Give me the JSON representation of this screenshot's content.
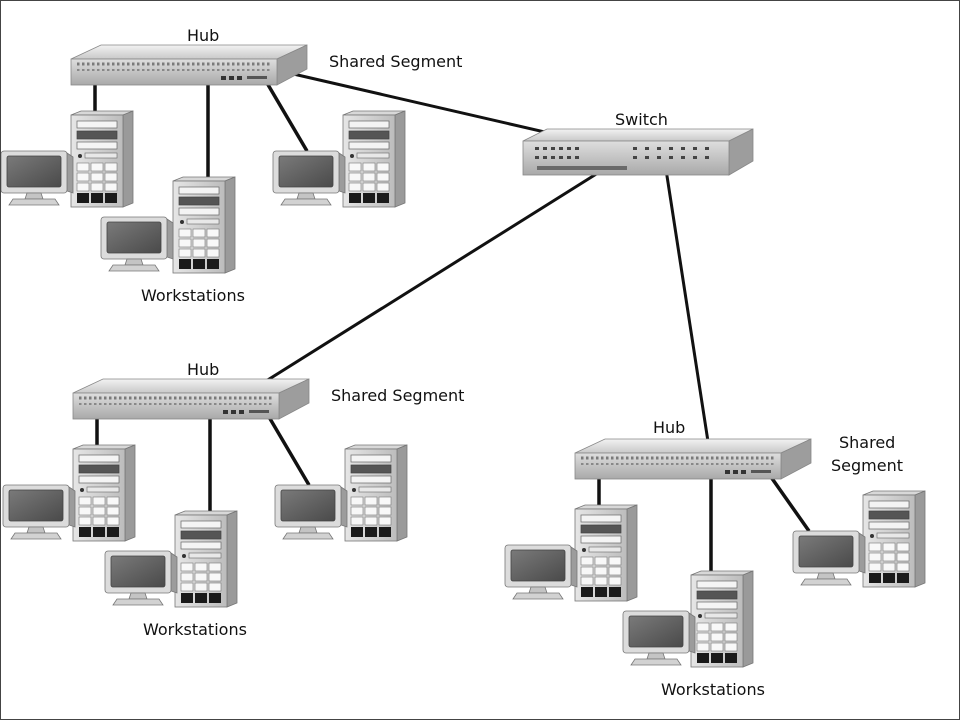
{
  "diagram": {
    "switch": {
      "label": "Switch"
    },
    "segments": [
      {
        "hub_label": "Hub",
        "segment_label": "Shared Segment",
        "workstations_label": "Workstations"
      },
      {
        "hub_label": "Hub",
        "segment_label": "Shared Segment",
        "workstations_label": "Workstations"
      },
      {
        "hub_label": "Hub",
        "segment_label_line1": "Shared",
        "segment_label_line2": "Segment",
        "workstations_label": "Workstations"
      }
    ]
  }
}
